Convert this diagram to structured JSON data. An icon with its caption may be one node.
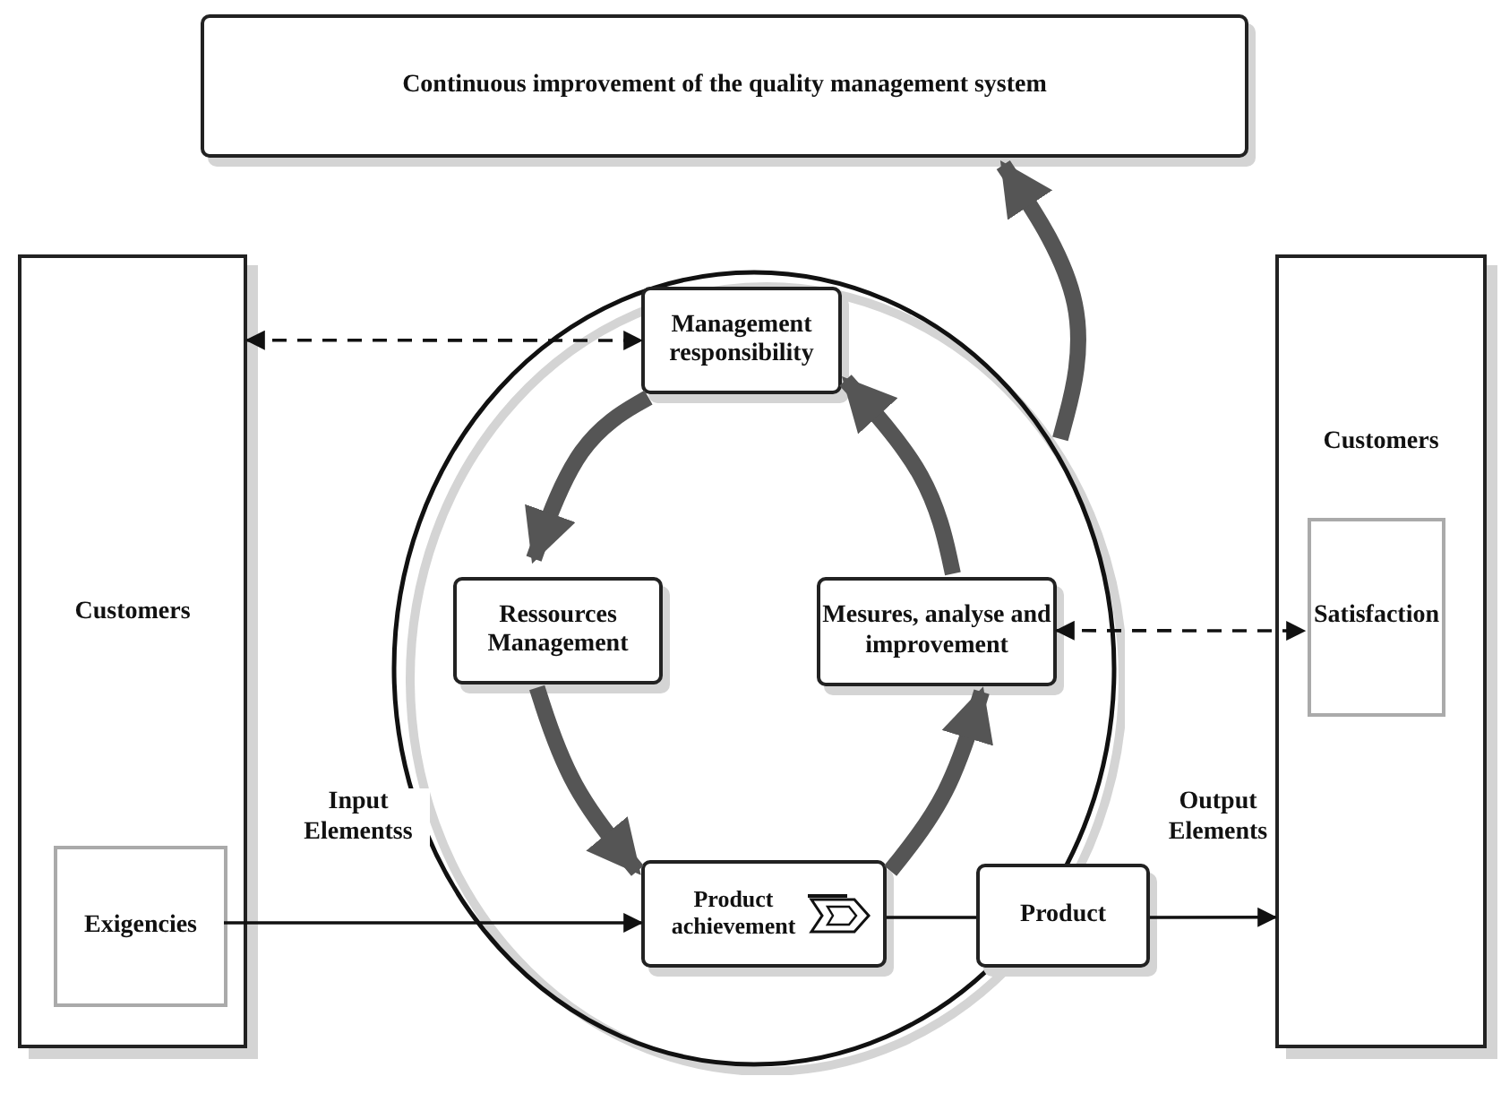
{
  "diagram": {
    "nodes": [
      {
        "text": [
          "Continuous improvement of the quality management system"
        ]
      },
      {
        "text": [
          "Customers"
        ]
      },
      {
        "text": [
          "Exigencies"
        ],
        "in": 1
      },
      {
        "text": [],
        "shape": "circle"
      },
      {
        "text": [
          "Management responsibility"
        ],
        "in": 3
      },
      {
        "text": [
          "Ressources Management"
        ],
        "in": 3
      },
      {
        "text": [
          "Mesures, analyse and improvement"
        ],
        "in": 3
      },
      {
        "text": [
          "Product achievement"
        ],
        "in": 3
      },
      {
        "text": [
          "Product"
        ]
      },
      {
        "text": [
          "Customers"
        ]
      },
      {
        "text": [
          "Satisfaction"
        ],
        "in": 9
      }
    ],
    "edges": [
      {
        "from": 1,
        "to": 4,
        "arrow": "both",
        "style": "dashed"
      },
      {
        "from": 6,
        "to": 10,
        "arrow": "both",
        "style": "dashed"
      },
      {
        "from": 4,
        "to": 5,
        "arrow": "to",
        "style": "thick"
      },
      {
        "from": 5,
        "to": 7,
        "arrow": "to",
        "style": "thick"
      },
      {
        "from": 7,
        "to": 6,
        "arrow": "to",
        "style": "thick"
      },
      {
        "from": 6,
        "to": 4,
        "arrow": "to",
        "style": "thick"
      },
      {
        "from": 3,
        "to": 0,
        "arrow": "to",
        "style": "thick"
      },
      {
        "from": 2,
        "to": 7,
        "arrow": "to",
        "label": "Input Elementss"
      },
      {
        "from": 7,
        "to": 8,
        "arrow": "none"
      },
      {
        "from": 8,
        "to": 9,
        "arrow": "to",
        "label": "Output Elements"
      }
    ]
  }
}
